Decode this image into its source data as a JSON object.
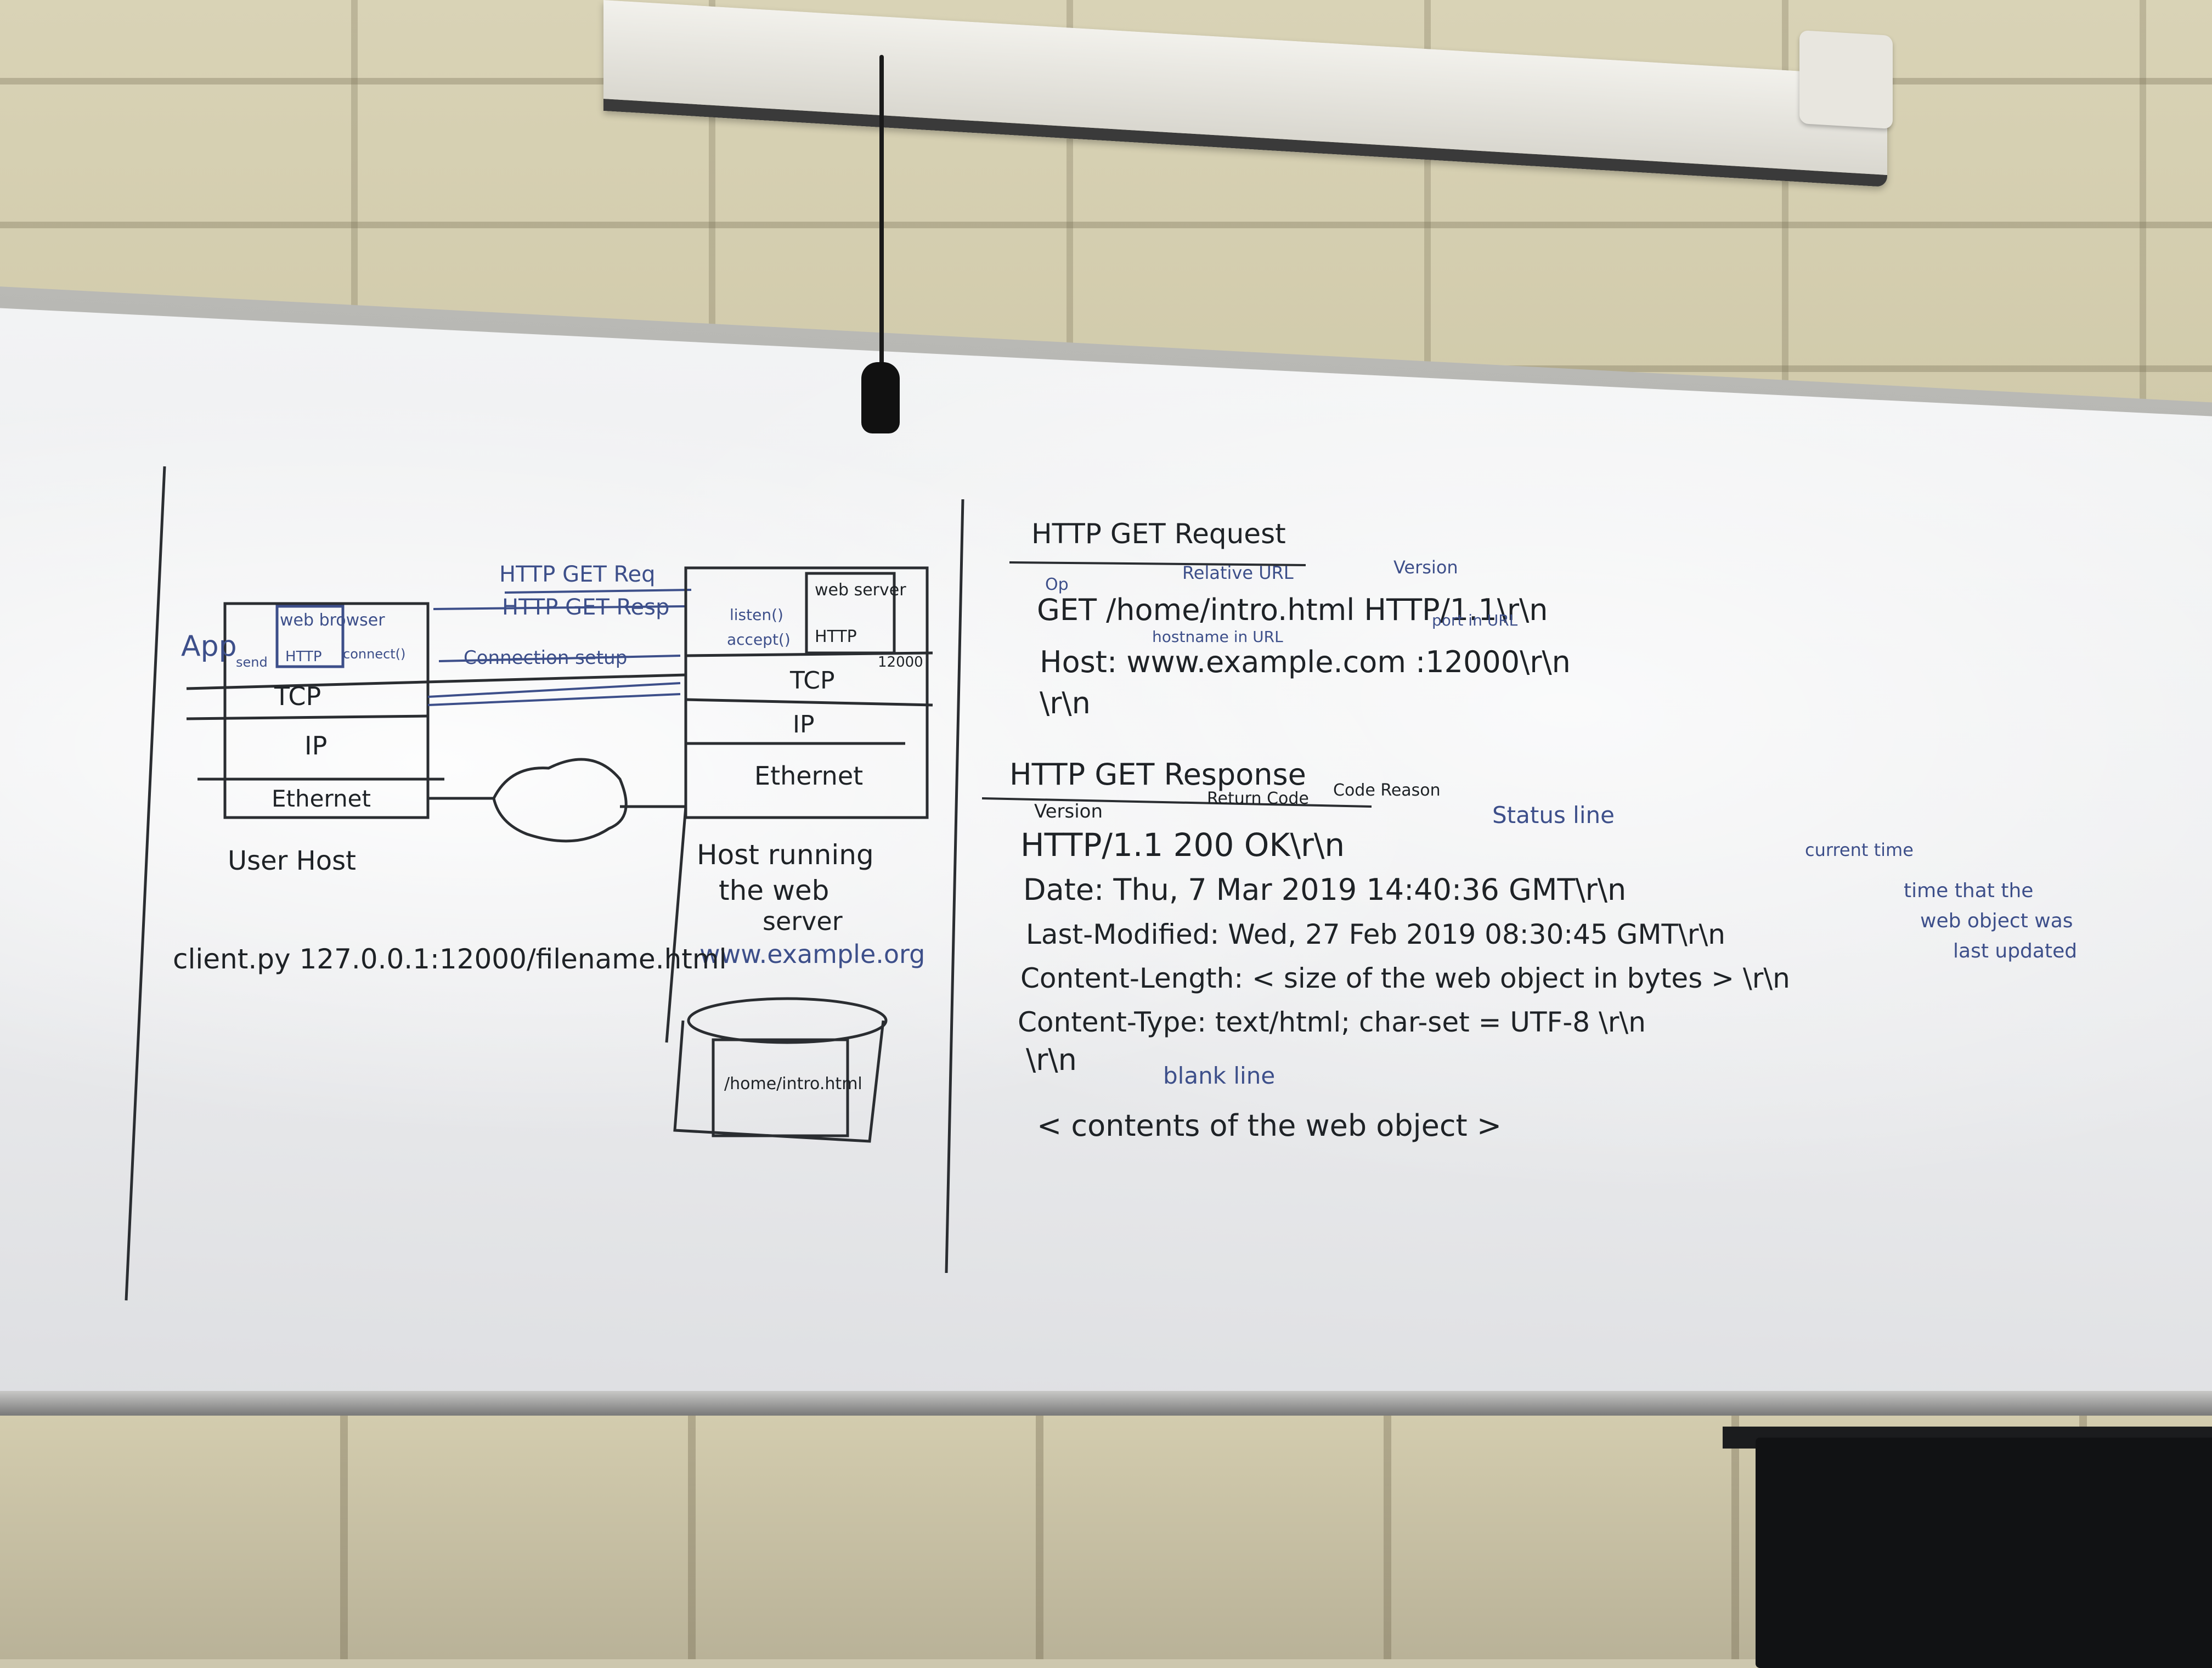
{
  "diagram": {
    "app_label": "App",
    "web_browser": "web browser",
    "http_small": "HTTP",
    "send_label": "send",
    "connect_label": "connect()",
    "client_tcp": "TCP",
    "client_ip": "IP",
    "client_ethernet": "Ethernet",
    "user_host": "User Host",
    "get_req": "HTTP GET Req",
    "get_resp": "HTTP GET Resp",
    "conn_setup": "Connection setup",
    "listen": "listen()",
    "accept": "accept()",
    "web_server": "web server",
    "server_http": "HTTP",
    "port": "12000",
    "server_tcp": "TCP",
    "server_ip": "IP",
    "server_ethernet": "Ethernet",
    "host_running": "Host running",
    "the_web": "the web",
    "server": "server",
    "server_domain": "www.example.org",
    "file_path": "/home/intro.html",
    "client_cmd": "client.py   127.0.0.1:12000/filename.html"
  },
  "request": {
    "title": "HTTP GET Request",
    "op_label": "Op",
    "relative_url_label": "Relative URL",
    "version_label": "Version",
    "line1": "GET   /home/intro.html   HTTP/1.1\\r\\n",
    "hostname_label": "hostname in URL",
    "port_label": "port in URL",
    "line2": "Host:  www.example.com :12000\\r\\n",
    "line3": "\\r\\n"
  },
  "response": {
    "title": "HTTP GET Response",
    "version_label": "Version",
    "return_code_label": "Return Code",
    "reason_label": "Code Reason",
    "status": "HTTP/1.1   200   OK\\r\\n",
    "status_note": "Status line",
    "date": "Date: Thu, 7 Mar 2019    14:40:36 GMT\\r\\n",
    "date_note": "current time",
    "last_modified": "Last-Modified: Wed, 27 Feb 2019   08:30:45 GMT\\r\\n",
    "lm_note_1": "time that the",
    "lm_note_2": "web object was",
    "lm_note_3": "last updated",
    "content_length": "Content-Length: < size of the web object in bytes > \\r\\n",
    "content_type": "Content-Type:  text/html; char-set = UTF-8 \\r\\n",
    "blank": "\\r\\n",
    "blank_note": "blank line",
    "contents": "< contents of the web object >"
  }
}
